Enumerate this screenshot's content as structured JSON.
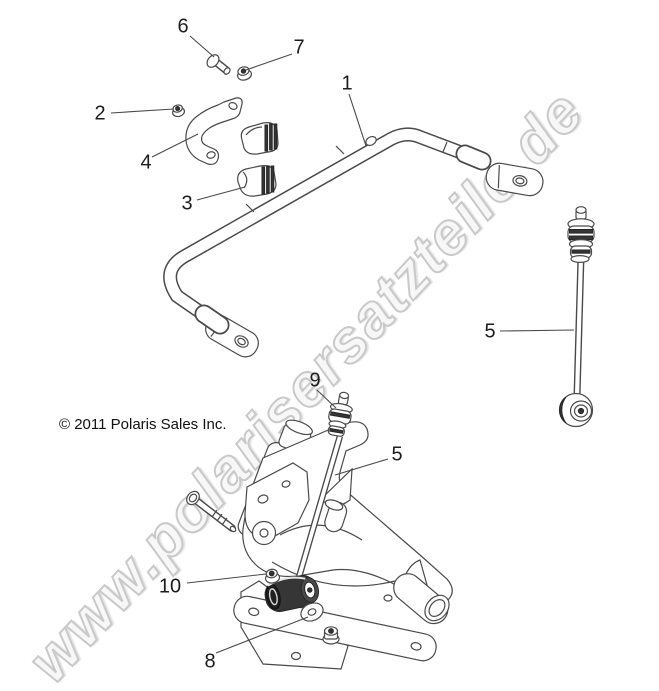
{
  "diagram": {
    "copyright": "© 2011 Polaris Sales Inc.",
    "watermark": "www.polarisersatzteile.de",
    "callouts": [
      {
        "label": "1"
      },
      {
        "label": "2"
      },
      {
        "label": "3"
      },
      {
        "label": "4"
      },
      {
        "label": "5"
      },
      {
        "label": "5"
      },
      {
        "label": "6"
      },
      {
        "label": "7"
      },
      {
        "label": "8"
      },
      {
        "label": "9"
      },
      {
        "label": "10"
      }
    ],
    "colors": {
      "line": "#4a4a4a",
      "rubber_dark": "#363636",
      "watermark_gray": "#c9c9c9",
      "text": "#111111"
    }
  }
}
